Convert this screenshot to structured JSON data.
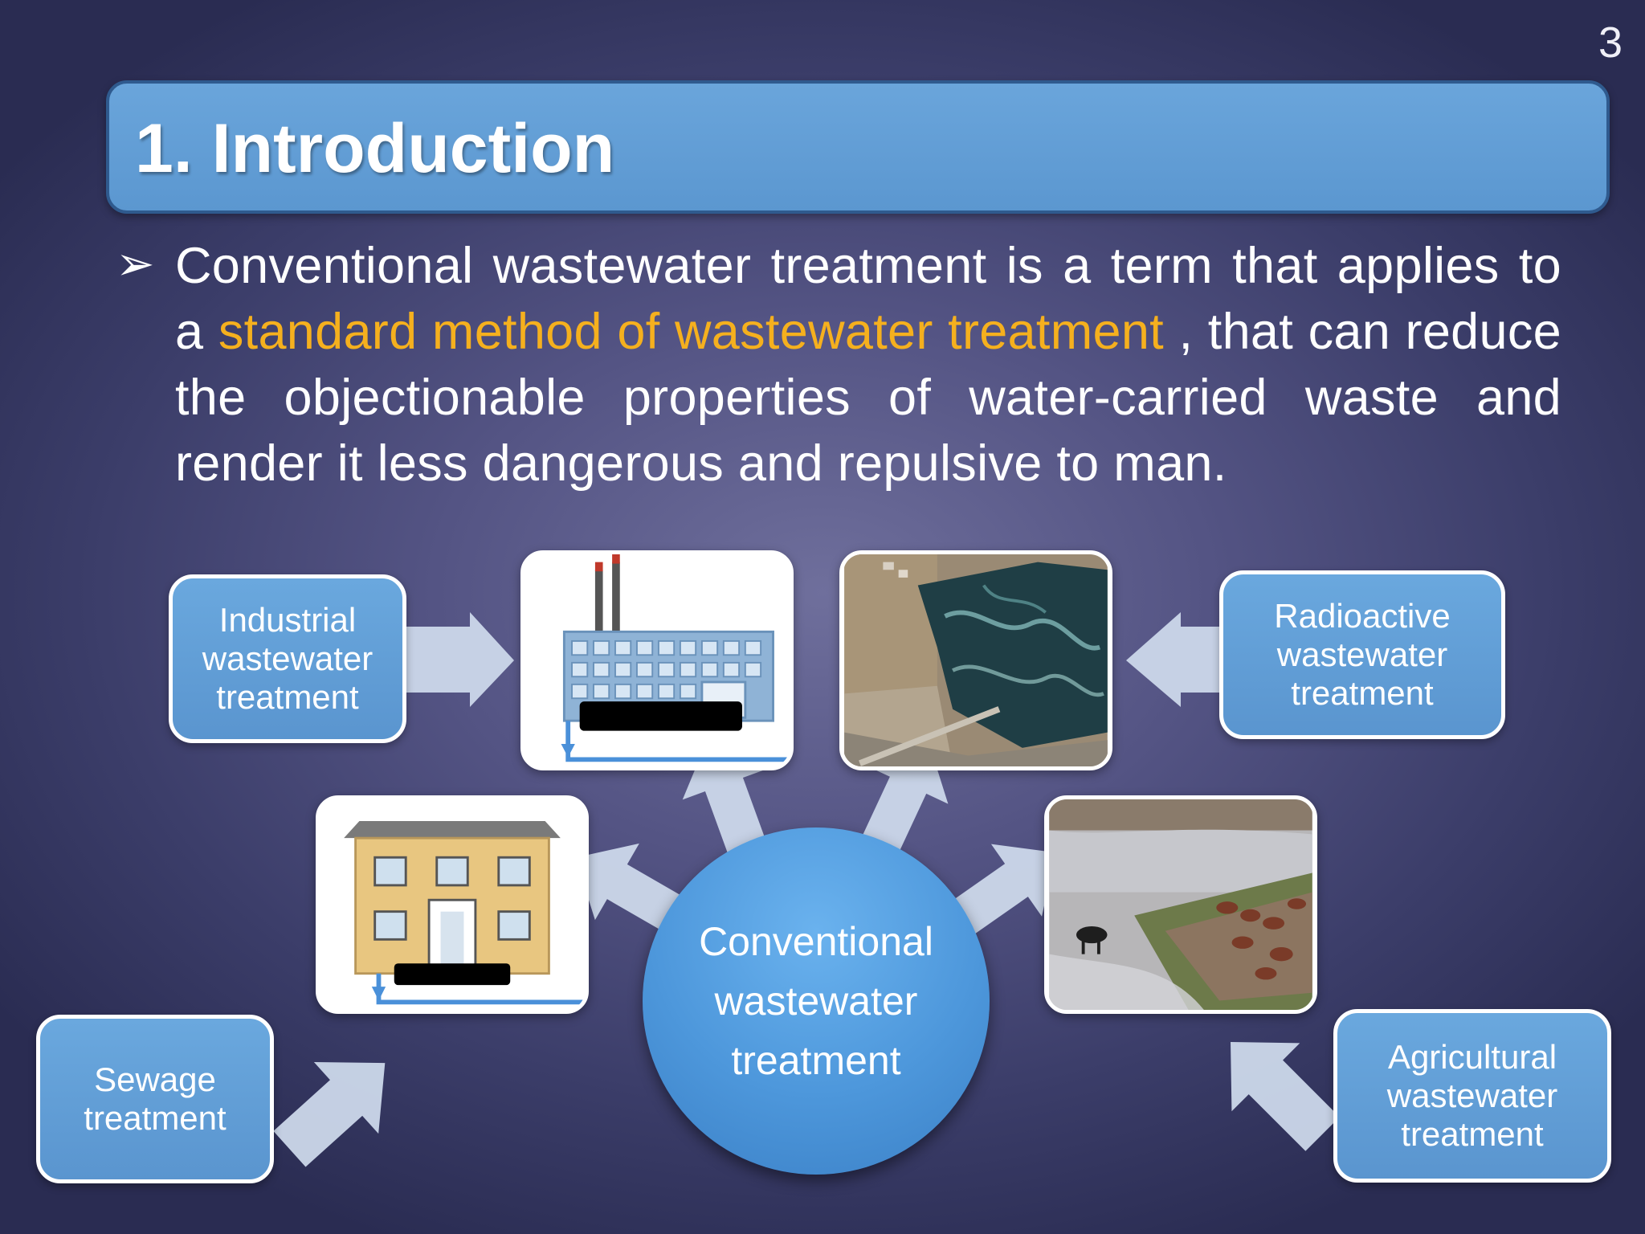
{
  "slide_number": "3",
  "title": "1. Introduction",
  "bullet": {
    "marker": "➢",
    "text_before": "Conventional wastewater treatment is a term that applies to a ",
    "highlight": "standard method of wastewater treatment",
    "text_after": " , that can reduce the objectionable properties of water-carried waste and render it less dangerous and repulsive to man."
  },
  "colors": {
    "highlight": "#f5b01e",
    "box_fill": "#5f9bd4",
    "title_fill": "#6aa5db",
    "background": "#4a4a7a"
  },
  "diagram": {
    "hub": "Conventional wastewater treatment",
    "hub_lines": [
      "Conventional",
      "wastewater",
      "treatment"
    ],
    "boxes": {
      "industrial": [
        "Industrial",
        "wastewater",
        "treatment"
      ],
      "radioactive": [
        "Radioactive",
        "wastewater",
        "treatment"
      ],
      "sewage": [
        "Sewage",
        "treatment"
      ],
      "agricultural": [
        "Agricultural",
        "wastewater",
        "treatment"
      ]
    },
    "images": [
      "factory-icon",
      "aerial-water-photo",
      "building-icon",
      "cattle-river-photo"
    ]
  }
}
